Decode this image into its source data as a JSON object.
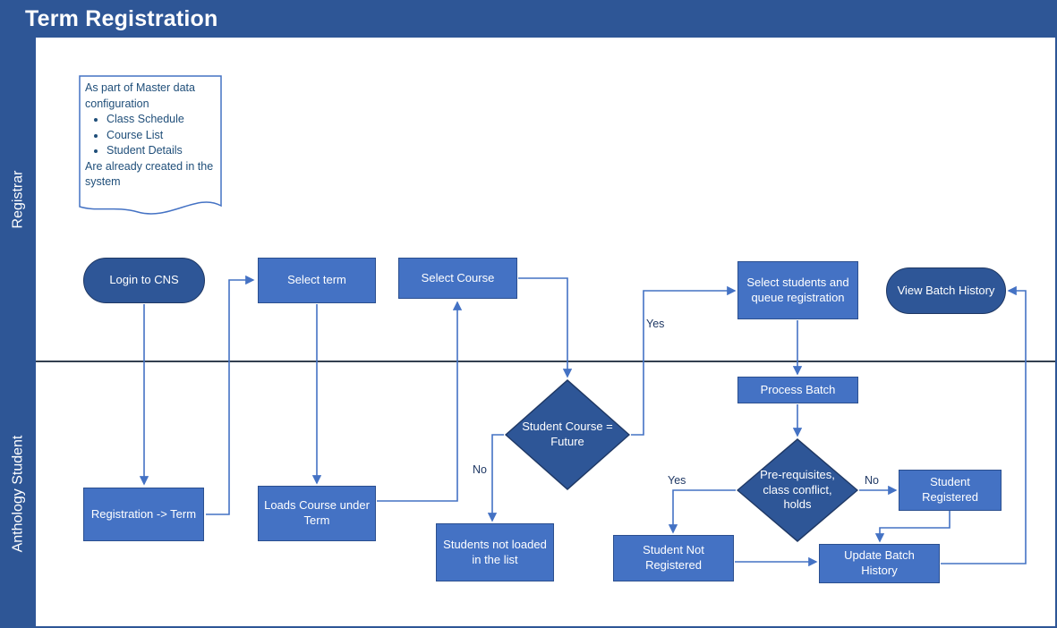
{
  "title": "Term Registration",
  "lanes": {
    "registrar": "Registrar",
    "anthology": "Anthology Student"
  },
  "note": {
    "intro": "As part of Master data configuration",
    "bullets": [
      "Class Schedule",
      "Course List",
      "Student Details"
    ],
    "outro": "Are already created in the system"
  },
  "nodes": {
    "login": "Login to CNS",
    "select_term": "Select term",
    "select_course": "Select Course",
    "select_students": "Select students and queue registration",
    "view_batch_history": "View Batch History",
    "process_batch": "Process Batch",
    "student_course_future": "Student Course = Future",
    "prerequisites": "Pre-requisites, class conflict, holds",
    "student_registered": "Student Registered",
    "registration_term": "Registration -> Term",
    "loads_course": "Loads Course under Term",
    "students_not_loaded": "Students not loaded in the list",
    "student_not_registered": "Student Not Registered",
    "update_batch_history": "Update Batch History"
  },
  "connector_labels": {
    "future_yes": "Yes",
    "future_no": "No",
    "prereq_yes": "Yes",
    "prereq_no": "No"
  },
  "colors": {
    "title_bar": "#2e5696",
    "shape_dark": "#2e5697",
    "shape_medium": "#4472c4",
    "shape_border": "#2b4f8f",
    "connector": "#4472c4",
    "lane_divider": "#333f50",
    "note_text": "#1f4e79"
  }
}
